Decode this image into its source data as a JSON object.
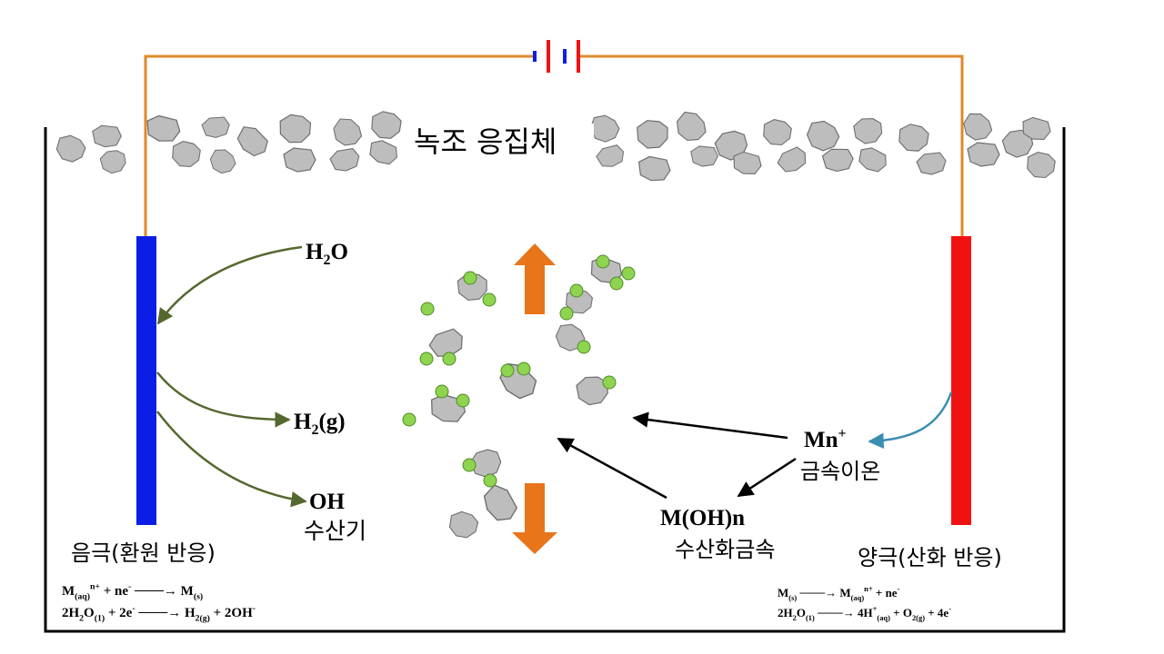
{
  "colors": {
    "wire": "#e08a2e",
    "cathode": "#0a1ee6",
    "anode": "#f01212",
    "flake_fill": "#bdbdbd",
    "flake_stroke": "#6e6e6e",
    "bubble": "#8ed44f",
    "arrow_green": "#55682e",
    "arrow_orange": "#e8751a",
    "arrow_teal": "#3a8fb0",
    "tank": "#000000"
  },
  "labels": {
    "sludge": "녹조 응집체",
    "h2o_base": "H",
    "h2o_sub": "2",
    "h2o_tail": "O",
    "h2g_base": "H",
    "h2g_sub": "2",
    "h2g_tail": "(g)",
    "oh": "OH",
    "hydroxyl": "수산기",
    "cathode_label": "음극(환원 반응)",
    "anode_label": "양극(산화 반응)",
    "mn_base": "Mn",
    "mn_sup": "+",
    "metal_ion": "금속이온",
    "moh": "M(OH)n",
    "metal_hydroxide": "수산화금속"
  },
  "equations": {
    "cathode": [
      {
        "parts": [
          {
            "t": "M"
          },
          {
            "t": "(aq)",
            "s": "sub"
          },
          {
            "t": "n+",
            "s": "sup"
          },
          {
            "t": " + ne"
          },
          {
            "t": "-",
            "s": "sup"
          },
          {
            "t": " ───→ "
          },
          {
            "t": "M"
          },
          {
            "t": "(s)",
            "s": "sub"
          }
        ]
      },
      {
        "parts": [
          {
            "t": "2H"
          },
          {
            "t": "2",
            "s": "sub"
          },
          {
            "t": "O"
          },
          {
            "t": "(1)",
            "s": "sub"
          },
          {
            "t": " + 2e"
          },
          {
            "t": "-",
            "s": "sup"
          },
          {
            "t": " ───→ "
          },
          {
            "t": "H"
          },
          {
            "t": "2(g)",
            "s": "sub"
          },
          {
            "t": " + 2OH"
          },
          {
            "t": "-",
            "s": "sup"
          }
        ]
      }
    ],
    "anode": [
      {
        "parts": [
          {
            "t": "M"
          },
          {
            "t": "(s)",
            "s": "sub"
          },
          {
            "t": " ───→ "
          },
          {
            "t": "M"
          },
          {
            "t": "(aq)",
            "s": "sub"
          },
          {
            "t": "n+",
            "s": "sup"
          },
          {
            "t": " + ne"
          },
          {
            "t": "-",
            "s": "sup"
          }
        ]
      },
      {
        "parts": [
          {
            "t": "2H"
          },
          {
            "t": "2",
            "s": "sub"
          },
          {
            "t": "O"
          },
          {
            "t": "(1)",
            "s": "sub"
          },
          {
            "t": " ───→ "
          },
          {
            "t": "4H"
          },
          {
            "t": "+",
            "s": "sup"
          },
          {
            "t": "(aq)",
            "s": "sub"
          },
          {
            "t": " + O"
          },
          {
            "t": "2(g)",
            "s": "sub"
          },
          {
            "t": " + 4e"
          },
          {
            "t": "-",
            "s": "sup"
          }
        ]
      }
    ]
  }
}
